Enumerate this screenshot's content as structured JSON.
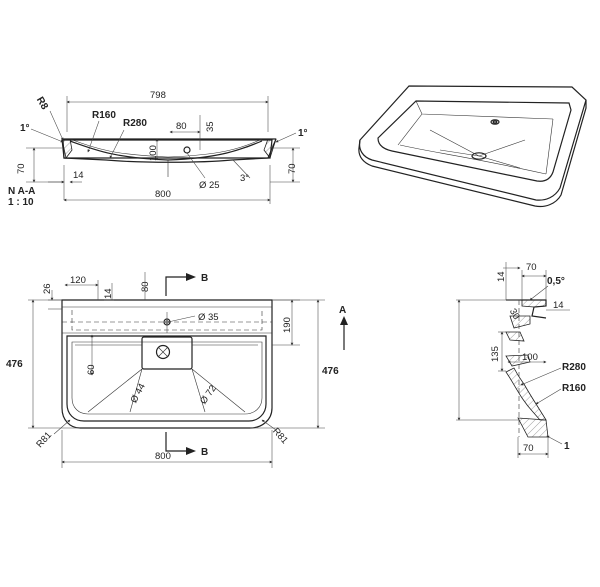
{
  "section_label": "N A-A",
  "scale_label": "1 : 10",
  "section_view": {
    "dims": {
      "top_width": "798",
      "bottom_width": "800",
      "r8": "R8",
      "r160": "R160",
      "r280": "R280",
      "d80": "80",
      "d35": "35",
      "d100": "100",
      "d70_left": "70",
      "d70_right": "70",
      "d14": "14",
      "angle_left": "1°",
      "angle_right": "1°",
      "angle_3": "3°",
      "drain": "Ø 25"
    }
  },
  "plan_view": {
    "dims": {
      "d120": "120",
      "d80": "80",
      "d14": "14",
      "d26": "26",
      "d35": "Ø 35",
      "d190": "190",
      "d476_left": "476",
      "d476_right": "476",
      "d60": "60",
      "d44": "Ø 44",
      "d72": "Ø 72",
      "r81_left": "R81",
      "r81_right": "R81",
      "width": "800"
    },
    "arrow_b_top": "B",
    "arrow_b_bottom": "B",
    "arrow_a": "A"
  },
  "side_view": {
    "dims": {
      "d70_top": "70",
      "d05": "0,5°",
      "d14_left": "14",
      "d14_right": "14",
      "d135": "135",
      "d100": "100",
      "r280": "R280",
      "r160": "R160",
      "d1": "1",
      "d70_bottom": "70",
      "d30": "30"
    }
  }
}
